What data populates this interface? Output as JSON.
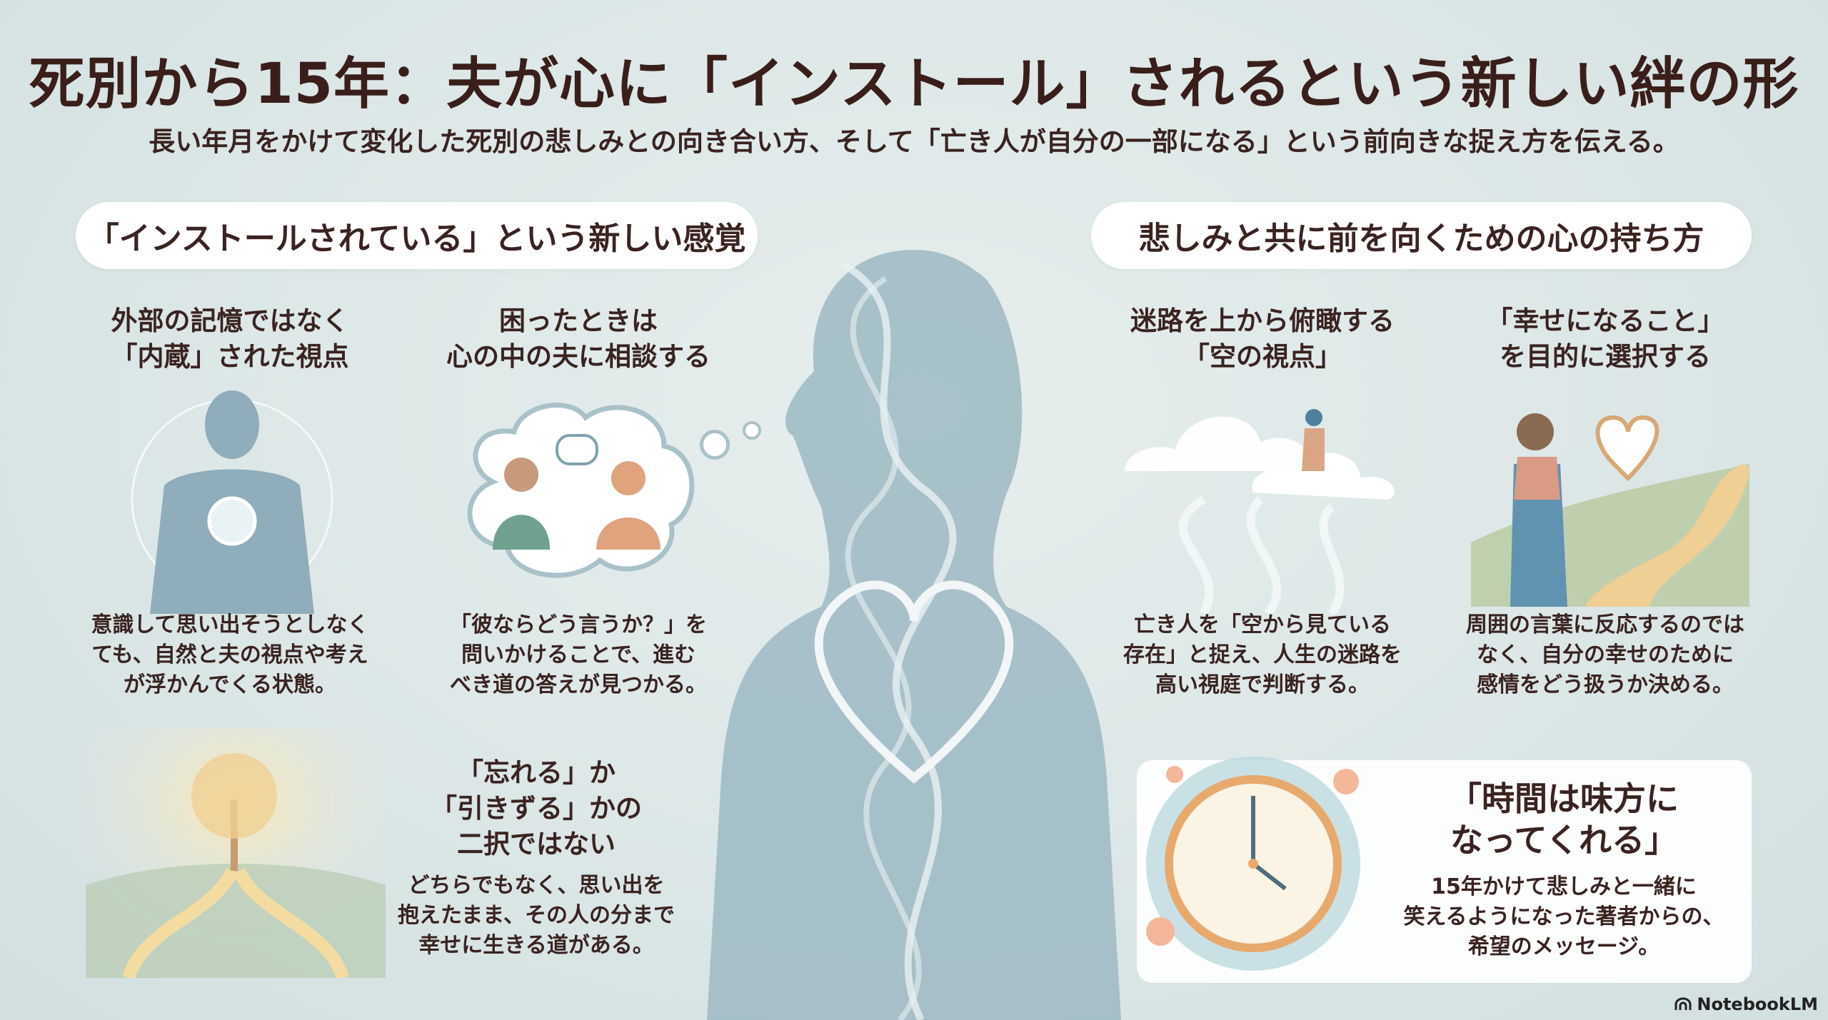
{
  "title": "死別から15年：夫が心に「インストール」されるという新しい絆の形",
  "subtitle": "長い年月をかけて変化した死別の悲しみとの向き合い方、そして「亡き人が自分の一部になる」という前向きな捉え方を伝える。",
  "left_section": {
    "header": "「インストールされている」という新しい感覚",
    "items": [
      {
        "heading": [
          "外部の記憶ではなく",
          "「内蔵」された視点"
        ],
        "body": [
          "意識して思い出そうとしなく",
          "ても、自然と夫の視点や考え",
          "が浮かんでくる状態。"
        ]
      },
      {
        "heading": [
          "困ったときは",
          "心の中の夫に相談する"
        ],
        "body": [
          "「彼ならどう言うか？」を",
          "問いかけることで、進む",
          "べき道の答えが見つかる。"
        ]
      },
      {
        "heading": [
          "「忘れる」か",
          "「引きずる」かの",
          "二択ではない"
        ],
        "body": [
          "どちらでもなく、思い出を",
          "抱えたまま、その人の分まで",
          "幸せに生きる道がある。"
        ]
      }
    ]
  },
  "right_section": {
    "header": "悲しみと共に前を向くための心の持ち方",
    "items": [
      {
        "heading": [
          "迷路を上から俯瞰する",
          "「空の視点」"
        ],
        "body": [
          "亡き人を「空から見ている",
          "存在」と捉え、人生の迷路を",
          "高い視庭で判断する。"
        ]
      },
      {
        "heading": [
          "「幸せになること」",
          "を目的に選択する"
        ],
        "body": [
          "周囲の言葉に反応するのでは",
          "なく、自分の幸せのために",
          "感情をどう扱うか決める。"
        ]
      }
    ],
    "card": {
      "heading": [
        "「時間は味方に",
        "なってくれる」"
      ],
      "body": [
        "15年かけて悲しみと一緒に",
        "笑えるようになった著者からの、",
        "希望のメッセージ。"
      ]
    }
  },
  "watermark": "NotebookLM",
  "colors": {
    "text": "#3a1e1a",
    "silhouette": "#9db8c2",
    "accent": "#e8a070"
  }
}
